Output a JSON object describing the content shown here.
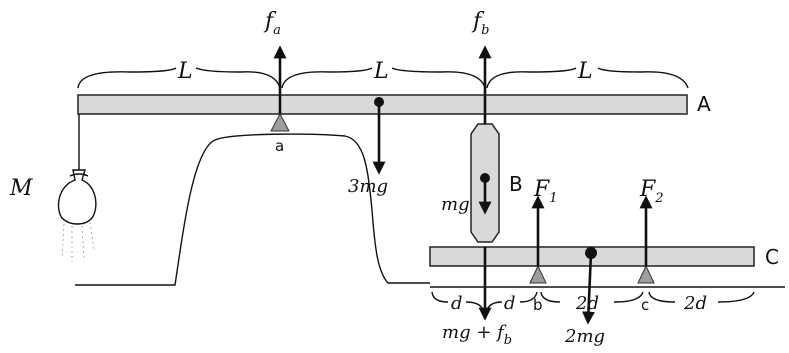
{
  "labels": {
    "fa": "f",
    "fa_sub": "a",
    "fb": "f",
    "fb_sub": "b",
    "L1": "L",
    "L2": "L",
    "L3": "L",
    "A": "A",
    "B": "B",
    "C": "C",
    "M": "M",
    "a": "a",
    "b": "b",
    "c": "c",
    "three_mg": "3mg",
    "mg": "mg",
    "F1": "F",
    "F1_sub": "1",
    "F2": "F",
    "F2_sub": "2",
    "d1": "d",
    "d2": "d",
    "d3": "2d",
    "d4": "2d",
    "mg_fb": "mg + f",
    "mg_fb_sub": "b",
    "two_mg": "2mg"
  }
}
